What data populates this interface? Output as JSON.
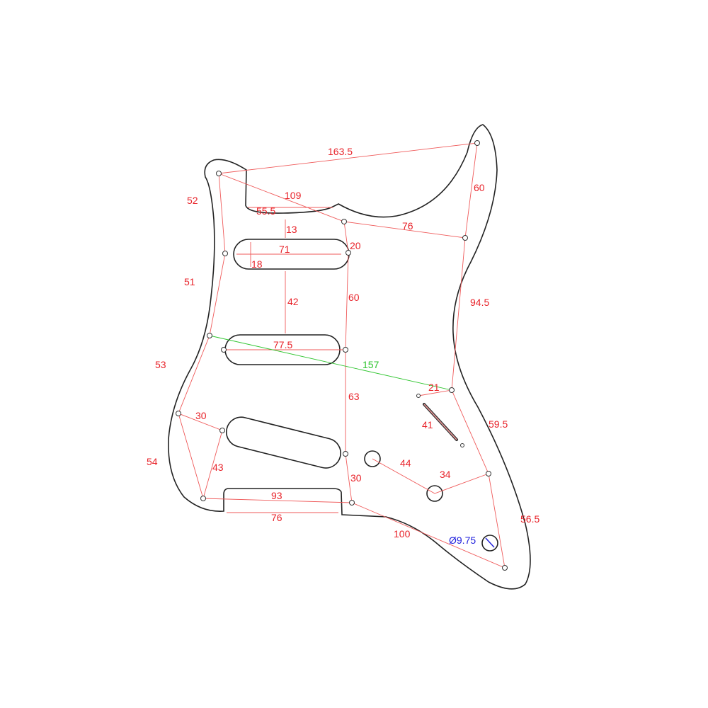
{
  "title": "Pickguard dimension drawing",
  "colors": {
    "dimension": "#e8232a",
    "highlight": "#2fc52f",
    "diameter": "#2222dd",
    "outline": "#222222"
  },
  "dimensions": {
    "d163_5": "163.5",
    "d60_top": "60",
    "d52": "52",
    "d109": "109",
    "d55_5": "55.5",
    "d13": "13",
    "d76_top": "76",
    "d71": "71",
    "d18": "18",
    "d20": "20",
    "d51": "51",
    "d42": "42",
    "d60_mid": "60",
    "d94_5": "94.5",
    "d77_5": "77.5",
    "d157": "157",
    "d53": "53",
    "d21": "21",
    "d63": "63",
    "d30_left": "30",
    "d41": "41",
    "d59_5": "59.5",
    "d54": "54",
    "d43": "43",
    "d44": "44",
    "d34": "34",
    "d30_mid": "30",
    "d93": "93",
    "d76_bottom": "76",
    "d100": "100",
    "d56_5": "56.5",
    "diameter": "Ø9.75"
  }
}
